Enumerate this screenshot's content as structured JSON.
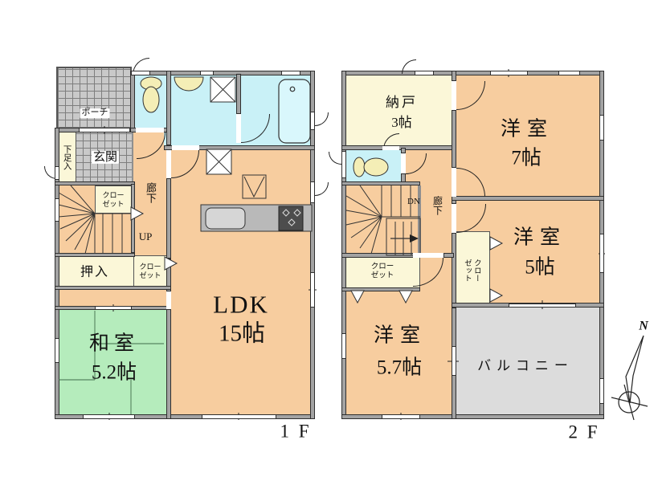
{
  "floor1": {
    "label": "1 F",
    "porch": "ポーチ",
    "shoe_cabinet": "下足入",
    "entrance": "玄関",
    "hallway": "廊下",
    "closet_stair": "クローゼット",
    "up": "UP",
    "oshiire": "押入",
    "closet_hall": "クローゼット",
    "washitsu": {
      "name": "和室",
      "size": "5.2帖"
    },
    "ldk": {
      "name": "LDK",
      "size": "15帖"
    }
  },
  "floor2": {
    "label": "2 F",
    "nando": {
      "name": "納戸",
      "size": "3帖"
    },
    "dn": "DN",
    "hallway": "廊下",
    "closet_stair": "クローゼット",
    "closet_mid": "クローゼット",
    "yoshitsu7": {
      "name": "洋室",
      "size": "7帖"
    },
    "yoshitsu5": {
      "name": "洋室",
      "size": "5帖"
    },
    "yoshitsu57": {
      "name": "洋室",
      "size": "5.7帖"
    },
    "balcony": "バルコニー"
  },
  "compass": {
    "north": "N"
  },
  "colors": {
    "room_floor": "#f7cd9f",
    "tatami_green": "#b5ecbc",
    "wet_area_blue": "#c9f1f7",
    "storage_cream": "#fbf7d8",
    "balcony_gray": "#dcdcdc",
    "wall_gray": "#a3a3a3",
    "tile_gray": "#c9c9c9"
  }
}
